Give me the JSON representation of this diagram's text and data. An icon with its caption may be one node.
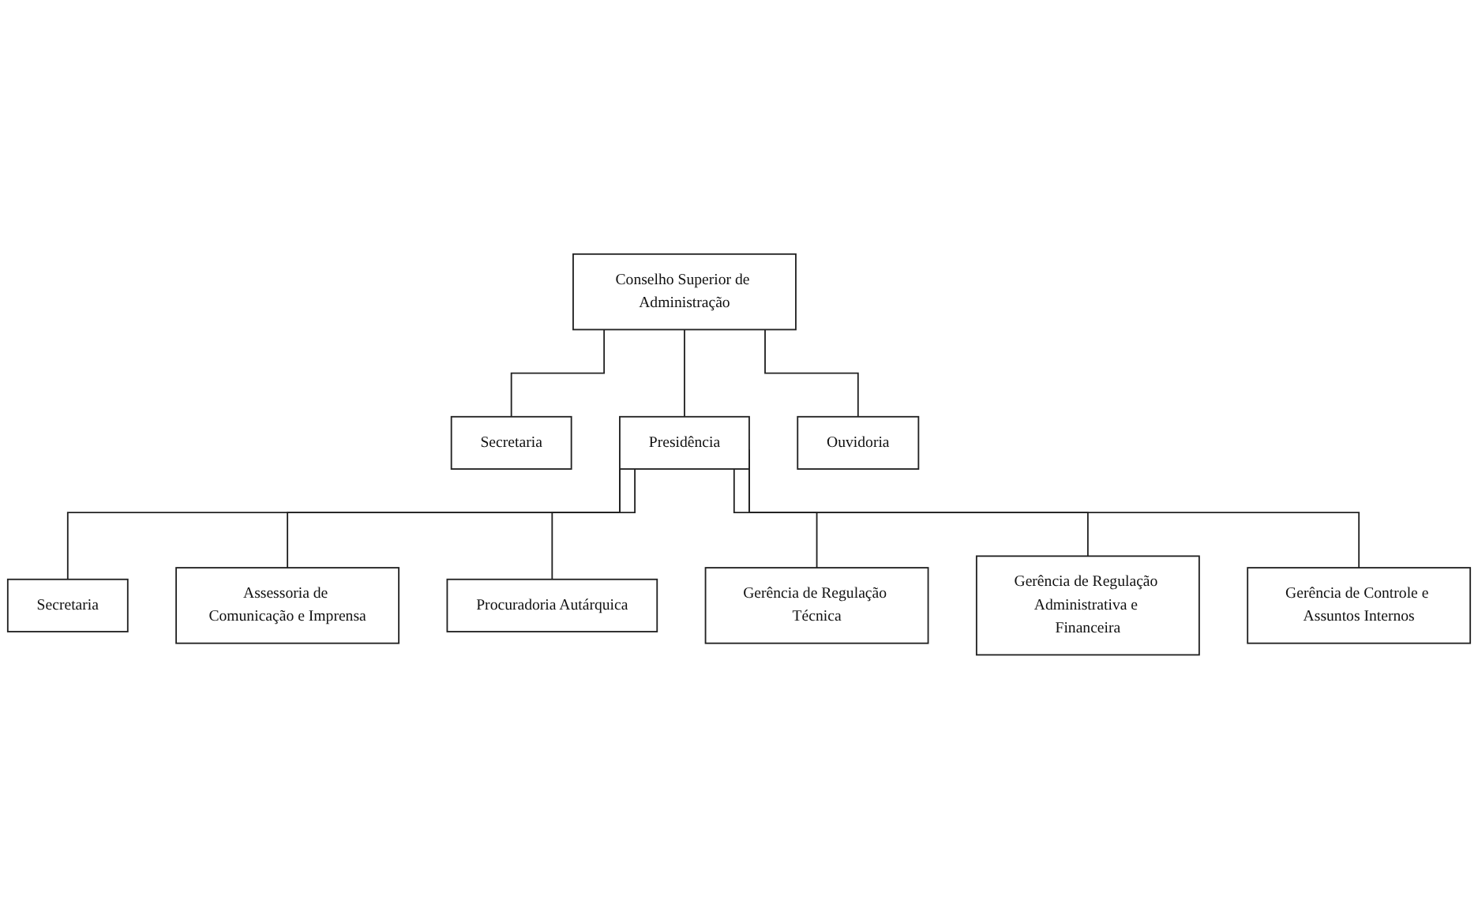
{
  "diagram": {
    "nodes": [
      {
        "text": [
          "Conselho Superior de Administração"
        ]
      },
      {
        "text": [
          "Secretaria"
        ]
      },
      {
        "text": [
          "Ouvidoria"
        ]
      },
      {
        "text": [
          "Presidência"
        ]
      },
      {
        "text": [
          "Secretaria"
        ]
      },
      {
        "text": [
          "Assessoria de Comunicação e Imprensa"
        ]
      },
      {
        "text": [
          "Procuradoria Autárquica"
        ]
      },
      {
        "text": [
          "Gerência de Regulação Técnica"
        ]
      },
      {
        "text": [
          "Gerência de Regulação Administrativa e Financeira"
        ]
      },
      {
        "text": [
          "Gerência de Controle e Assuntos Internos"
        ]
      }
    ],
    "edges": [
      {
        "from": 0,
        "to": 1,
        "arrow": "none"
      },
      {
        "from": 0,
        "to": 2,
        "arrow": "none"
      },
      {
        "from": 0,
        "to": 3,
        "arrow": "none"
      },
      {
        "from": 3,
        "to": 4,
        "arrow": "none"
      },
      {
        "from": 3,
        "to": 5,
        "arrow": "none"
      },
      {
        "from": 3,
        "to": 6,
        "arrow": "none"
      },
      {
        "from": 3,
        "to": 7,
        "arrow": "none"
      },
      {
        "from": 3,
        "to": 8,
        "arrow": "none"
      },
      {
        "from": 3,
        "to": 9,
        "arrow": "none"
      }
    ]
  }
}
